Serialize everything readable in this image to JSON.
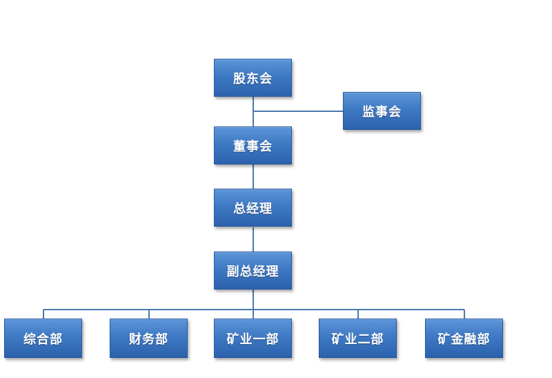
{
  "org_chart": {
    "shareholders": "股东会",
    "supervisory_board": "监事会",
    "board_of_directors": "董事会",
    "general_manager": "总经理",
    "deputy_general_manager": "副总经理",
    "departments": [
      "综合部",
      "财务部",
      "矿业一部",
      "矿业二部",
      "矿金融部"
    ]
  },
  "colors": {
    "box_fill": "#3f79c3",
    "box_border": "#25589c",
    "connector": "#4a78b0",
    "text": "#ffffff"
  }
}
